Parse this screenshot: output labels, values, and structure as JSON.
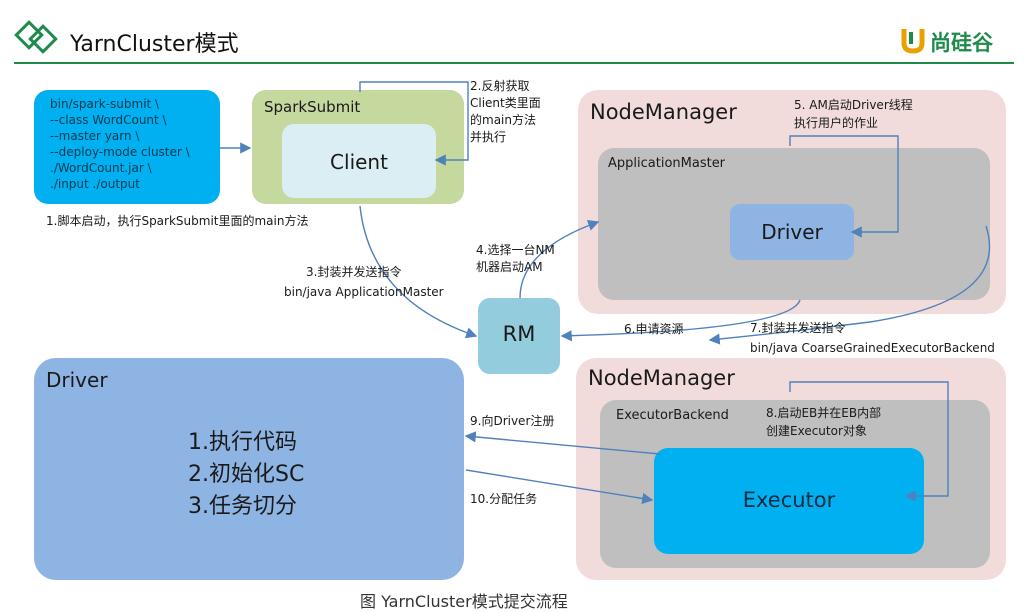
{
  "header": {
    "title": "YarnCluster模式",
    "brand": "尚硅谷",
    "accent_color": "#1e8b4a",
    "brand_color": "#e8a100",
    "logo_icon": "double-diamond-icon",
    "brand_icon": "u-logo-icon"
  },
  "submit_command": {
    "lines": [
      "bin/spark-submit \\",
      "--class WordCount \\",
      "--master yarn \\",
      "--deploy-mode cluster \\",
      "./WordCount.jar \\",
      "./input ./output"
    ]
  },
  "spark_submit": {
    "title": "SparkSubmit",
    "client": "Client"
  },
  "node_manager_top": {
    "title": "NodeManager",
    "application_master": "ApplicationMaster",
    "driver": "Driver"
  },
  "node_manager_bottom": {
    "title": "NodeManager",
    "executor_backend": "ExecutorBackend",
    "executor": "Executor"
  },
  "rm": {
    "label": "RM"
  },
  "driver_panel": {
    "title": "Driver",
    "items": [
      "1.执行代码",
      "2.初始化SC",
      "3.任务切分"
    ]
  },
  "steps": {
    "s1": "1.脚本启动，执行SparkSubmit里面的main方法",
    "s2": [
      "2.反射获取",
      "Client类里面",
      "的main方法",
      "并执行"
    ],
    "s3": [
      "3.封装并发送指令",
      "bin/java ApplicationMaster"
    ],
    "s4": [
      "4.选择一台NM",
      "机器启动AM"
    ],
    "s5": [
      "5. AM启动Driver线程",
      "执行用户的作业"
    ],
    "s6": "6.申请资源",
    "s7": [
      "7.封装并发送指令",
      "bin/java CoarseGrainedExecutorBackend"
    ],
    "s8": [
      "8.启动EB并在EB内部",
      "创建Executor对象"
    ],
    "s9": "9.向Driver注册",
    "s10": "10.分配任务"
  },
  "caption": "图 YarnCluster模式提交流程",
  "colors": {
    "cyan": "#00b0f0",
    "green_box": "#c5d89e",
    "client_box": "#dbeef3",
    "pink": "#f2dcdb",
    "gray": "#bfbfbf",
    "blue_box": "#8eb4e3",
    "rm_box": "#93cddd",
    "executor_box": "#00b0f0",
    "arrow": "#4f81bd"
  }
}
